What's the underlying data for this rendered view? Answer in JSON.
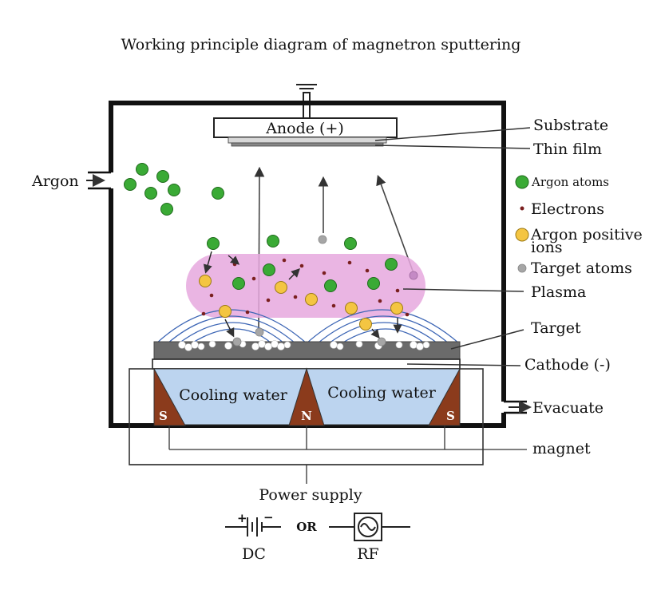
{
  "title": "Working principle diagram of magnetron sputtering",
  "labels": {
    "anode": "Anode (+)",
    "substrate": "Substrate",
    "thin_film": "Thin film",
    "argon_inlet": "Argon",
    "plasma": "Plasma",
    "target": "Target",
    "cathode": "Cathode (-)",
    "evacuate": "Evacuate",
    "magnet": "magnet",
    "power_supply": "Power supply",
    "cooling_water_left": "Cooling water",
    "cooling_water_right": "Cooling water",
    "pole_s_left": "S",
    "pole_n": "N",
    "pole_s_right": "S",
    "dc_plus": "+",
    "dc_minus": "−",
    "or": "OR",
    "dc": "DC",
    "rf": "RF"
  },
  "legend": {
    "argon_atoms": "Argon atoms",
    "electrons": "Electrons",
    "argon_positive_ions_line1": "Argon positive",
    "argon_positive_ions_line2": "ions",
    "target_atoms": "Target atoms"
  },
  "colors": {
    "argon_atom": "#3aaa35",
    "electron": "#7a1f1f",
    "argon_ion": "#f4c542",
    "target_atom": "#a6a6a6",
    "plasma": "#e6a8de",
    "cooling_water": "#bcd4ef",
    "magnet_pole": "#8b3b1c",
    "target_plate": "#6b6b6b",
    "field_lines": "#3d66b5"
  }
}
